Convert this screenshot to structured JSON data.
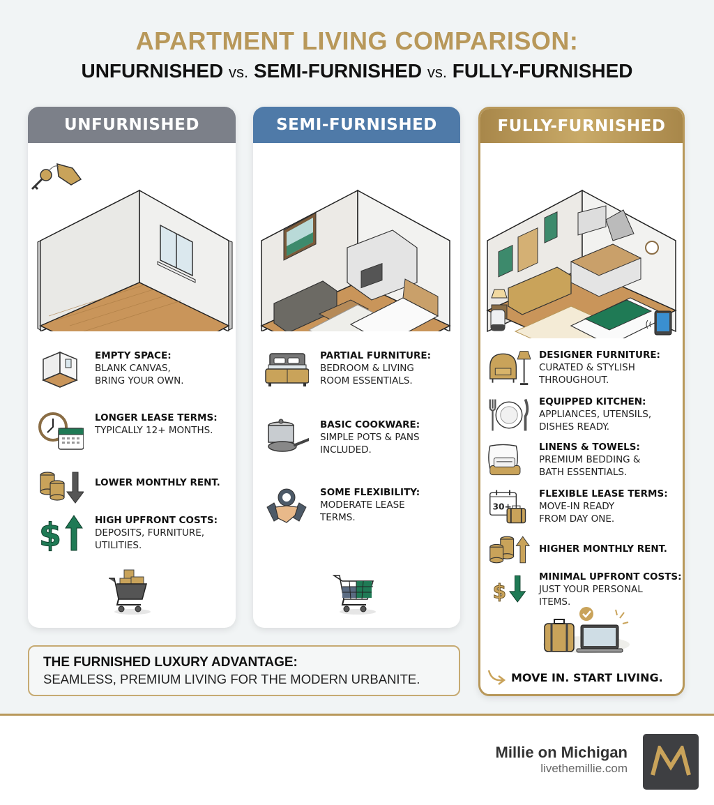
{
  "title": {
    "main": "APARTMENT LIVING COMPARISON:",
    "sub_1": "UNFURNISHED",
    "vs_1": "vs.",
    "sub_2": "SEMI-FURNISHED",
    "vs_2": "vs.",
    "sub_3": "FULLY-FURNISHED"
  },
  "colors": {
    "gold": "#b8985a",
    "unfurnished_header": "#7c8089",
    "semi_header": "#4f7aa8",
    "green": "#1f7a55"
  },
  "cards": {
    "unfurnished": {
      "header": "UNFURNISHED",
      "features": [
        {
          "icon": "empty-room-icon",
          "title": "EMPTY SPACE:",
          "line1": "BLANK CANVAS,",
          "line2": "BRING YOUR OWN."
        },
        {
          "icon": "clock-calendar-icon",
          "title": "LONGER LEASE TERMS:",
          "line1": "TYPICALLY 12+ MONTHS.",
          "line2": ""
        },
        {
          "icon": "coins-down-icon",
          "title": "LOWER MONTHLY RENT.",
          "line1": "",
          "line2": ""
        },
        {
          "icon": "dollar-up-icon",
          "title": "HIGH UPFRONT COSTS:",
          "line1": "DEPOSITS, FURNITURE,",
          "line2": "UTILITIES."
        }
      ]
    },
    "semi": {
      "header": "SEMI-FURNISHED",
      "features": [
        {
          "icon": "bed-sofa-icon",
          "title": "PARTIAL FURNITURE:",
          "line1": "BEDROOM & LIVING",
          "line2": "ROOM ESSENTIALS."
        },
        {
          "icon": "cookware-icon",
          "title": "BASIC COOKWARE:",
          "line1": "SIMPLE POTS & PANS",
          "line2": "INCLUDED."
        },
        {
          "icon": "handshake-gear-icon",
          "title": "SOME FLEXIBILITY:",
          "line1": "MODERATE LEASE",
          "line2": "TERMS."
        }
      ]
    },
    "full": {
      "header": "FULLY-FURNISHED",
      "features": [
        {
          "icon": "armchair-lamp-icon",
          "title": "DESIGNER FURNITURE:",
          "line1": "CURATED & STYLISH",
          "line2": "THROUGHOUT."
        },
        {
          "icon": "plate-cutlery-icon",
          "title": "EQUIPPED KITCHEN:",
          "line1": "APPLIANCES, UTENSILS,",
          "line2": "DISHES READY."
        },
        {
          "icon": "pillow-towels-icon",
          "title": "LINENS & TOWELS:",
          "line1": "PREMIUM BEDDING &",
          "line2": "BATH ESSENTIALS."
        },
        {
          "icon": "calendar-suitcase-icon",
          "title": "FLEXIBLE LEASE TERMS:",
          "line1": "MOVE-IN READY",
          "line2": "FROM DAY ONE."
        },
        {
          "icon": "coins-up-icon",
          "title": "HIGHER MONTHLY RENT.",
          "line1": "",
          "line2": ""
        },
        {
          "icon": "dollar-down-icon",
          "title": "MINIMAL UPFRONT COSTS:",
          "line1": "JUST YOUR PERSONAL",
          "line2": "ITEMS."
        }
      ],
      "calendar_label": "30+",
      "tagline": "MOVE IN. START LIVING."
    }
  },
  "banner": {
    "title": "THE FURNISHED LUXURY ADVANTAGE:",
    "subtitle": "SEAMLESS, PREMIUM LIVING FOR THE MODERN URBANITE."
  },
  "footer": {
    "brand_name": "Millie on Michigan",
    "brand_url": "livethemillie.com",
    "logo_letter": "M"
  }
}
